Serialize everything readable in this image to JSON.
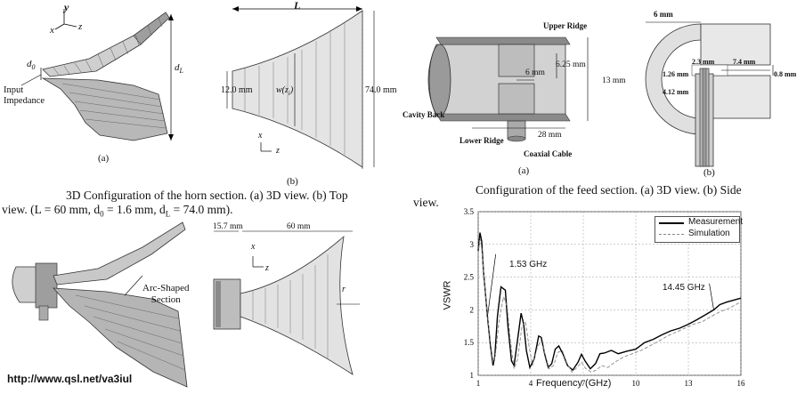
{
  "fig_horn": {
    "axis_y": "y",
    "axis_x": "x",
    "axis_z": "z",
    "d0": "d",
    "d0_sub": "0",
    "dL": "d",
    "dL_sub": "L",
    "input_impedance": "Input Impedance",
    "label_a": "(a)",
    "label_b": "(b)",
    "L": "L",
    "dim_12": "12.0 mm",
    "dim_74": "74.0 mm",
    "wz": "w(z",
    "wz_sub": "i",
    "wz_close": ")",
    "caption_line1": "3D Configuration of the horn section. (a) 3D view. (b) Top",
    "caption_line2": "view. (L = 60 mm, d",
    "caption_line2b": "0",
    "caption_line2c": " = 1.6 mm, d",
    "caption_line2d": "L",
    "caption_line2e": " = 74.0 mm)."
  },
  "fig_feed": {
    "upper_ridge": "Upper Ridge",
    "lower_ridge": "Lower Ridge",
    "cavity_back": "Cavity Back",
    "coaxial_cable": "Coaxial Cable",
    "dim_6": "6 mm",
    "dim_625": "6.25 mm",
    "dim_13": "13 mm",
    "dim_28": "28 mm",
    "side_6": "6 mm",
    "side_23": "2.3 mm",
    "side_74": "7.4 mm",
    "side_126": "1.26 mm",
    "side_08": "0.8 mm",
    "side_412": "4.12 mm",
    "label_a": "(a)",
    "label_b": "(b)",
    "caption_line1": "Configuration of the feed section. (a) 3D view. (b) Side",
    "caption_line2": "view."
  },
  "fig_full": {
    "dim_157": "15.7 mm",
    "dim_60": "60 mm",
    "axis_x": "x",
    "axis_z": "z",
    "arc_label_1": "Arc-Shaped",
    "arc_label_2": "Section",
    "r": "r"
  },
  "watermark": "http://www.qsl.net/va3iul",
  "chart_data": {
    "type": "line",
    "xlabel": "Frequency (GHz)",
    "ylabel": "VSWR",
    "xlim": [
      1,
      16
    ],
    "ylim": [
      1,
      3.5
    ],
    "xticks": [
      1,
      4,
      7,
      10,
      13,
      16
    ],
    "yticks": [
      1,
      1.5,
      2,
      2.5,
      3,
      3.5
    ],
    "grid": true,
    "legend_placement": "top-right",
    "annotations": [
      "1.53 GHz",
      "14.45 GHz"
    ],
    "series": [
      {
        "name": "Measurement",
        "style": "solid",
        "color": "#000000",
        "x": [
          1.0,
          1.1,
          1.2,
          1.3,
          1.45,
          1.53,
          1.7,
          1.85,
          1.95,
          2.1,
          2.3,
          2.55,
          2.7,
          2.9,
          3.05,
          3.25,
          3.45,
          3.6,
          3.75,
          3.95,
          4.2,
          4.45,
          4.6,
          4.8,
          5.0,
          5.2,
          5.4,
          5.6,
          5.85,
          6.1,
          6.4,
          6.7,
          6.9,
          7.1,
          7.4,
          7.7,
          7.95,
          8.2,
          8.6,
          9.0,
          9.5,
          10.0,
          10.5,
          11.0,
          11.5,
          12.0,
          12.5,
          13.0,
          13.5,
          14.0,
          14.45,
          14.8,
          15.2,
          15.6,
          16.0
        ],
        "y": [
          2.9,
          3.18,
          3.05,
          2.6,
          2.15,
          1.9,
          1.45,
          1.15,
          1.3,
          1.9,
          2.35,
          2.3,
          1.75,
          1.22,
          1.15,
          1.55,
          1.95,
          1.78,
          1.38,
          1.12,
          1.25,
          1.6,
          1.58,
          1.32,
          1.12,
          1.18,
          1.4,
          1.45,
          1.32,
          1.15,
          1.08,
          1.2,
          1.32,
          1.22,
          1.1,
          1.18,
          1.33,
          1.34,
          1.38,
          1.33,
          1.37,
          1.4,
          1.5,
          1.55,
          1.62,
          1.68,
          1.72,
          1.78,
          1.85,
          1.93,
          2.0,
          2.08,
          2.12,
          2.15,
          2.18
        ]
      },
      {
        "name": "Simulation",
        "style": "dashed",
        "color": "#888888",
        "x": [
          1.0,
          1.1,
          1.2,
          1.35,
          1.5,
          1.7,
          1.85,
          2.0,
          2.2,
          2.45,
          2.65,
          2.85,
          3.05,
          3.25,
          3.5,
          3.7,
          3.9,
          4.1,
          4.4,
          4.6,
          4.85,
          5.05,
          5.3,
          5.55,
          5.8,
          6.05,
          6.35,
          6.65,
          6.9,
          7.15,
          7.45,
          7.75,
          8.05,
          8.4,
          8.8,
          9.3,
          9.8,
          10.3,
          10.8,
          11.3,
          11.8,
          12.3,
          12.8,
          13.3,
          13.8,
          14.3,
          14.8,
          15.3,
          15.7,
          16.0
        ],
        "y": [
          2.85,
          3.1,
          2.95,
          2.45,
          2.0,
          1.5,
          1.2,
          1.35,
          1.85,
          2.2,
          2.05,
          1.5,
          1.1,
          1.25,
          1.75,
          1.82,
          1.45,
          1.15,
          1.45,
          1.52,
          1.3,
          1.1,
          1.15,
          1.35,
          1.38,
          1.2,
          1.05,
          1.12,
          1.2,
          1.1,
          1.05,
          1.08,
          1.15,
          1.12,
          1.2,
          1.28,
          1.33,
          1.38,
          1.45,
          1.52,
          1.6,
          1.66,
          1.72,
          1.78,
          1.82,
          1.9,
          1.97,
          2.02,
          2.08,
          2.12
        ]
      }
    ]
  }
}
